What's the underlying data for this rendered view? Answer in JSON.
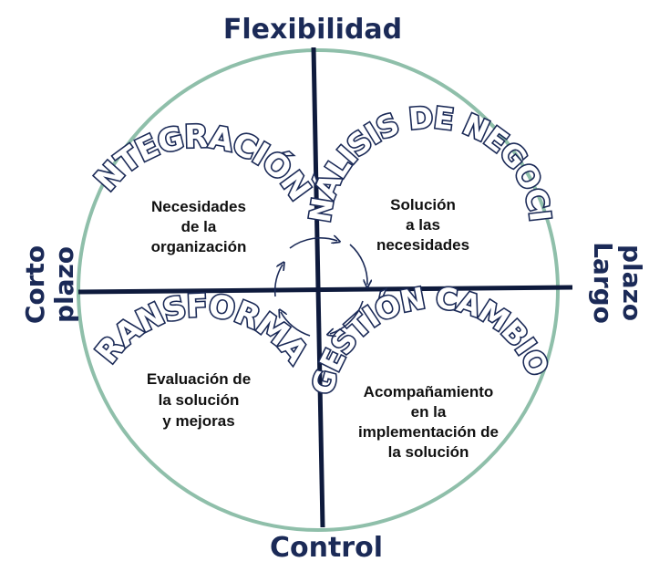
{
  "axes": {
    "top": "Flexibilidad",
    "bottom": "Control",
    "left_line1": "Corto",
    "left_line2": "plazo",
    "right_line1": "Largo",
    "right_line2": "plazo"
  },
  "quadrants": {
    "top_left": {
      "title": "INTEGRACIÓN",
      "lines": [
        "Necesidades",
        "de la",
        "organización"
      ]
    },
    "top_right": {
      "title": "ANÁLISIS DE NEGOCIO",
      "lines": [
        "Solución",
        "a las",
        "necesidades"
      ]
    },
    "bottom_right": {
      "title": "GESTIÓN CAMBIO",
      "lines": [
        "Acompañamiento",
        "en la",
        "implementación de",
        "la solución"
      ]
    },
    "bottom_left": {
      "title": "TRANSFORMAR",
      "lines": [
        "Evaluación de",
        "la solución",
        "y mejoras"
      ]
    }
  },
  "colors": {
    "circle": "#8fbfaa",
    "lines": "#0e1a3c",
    "text": "#1b2a57"
  }
}
